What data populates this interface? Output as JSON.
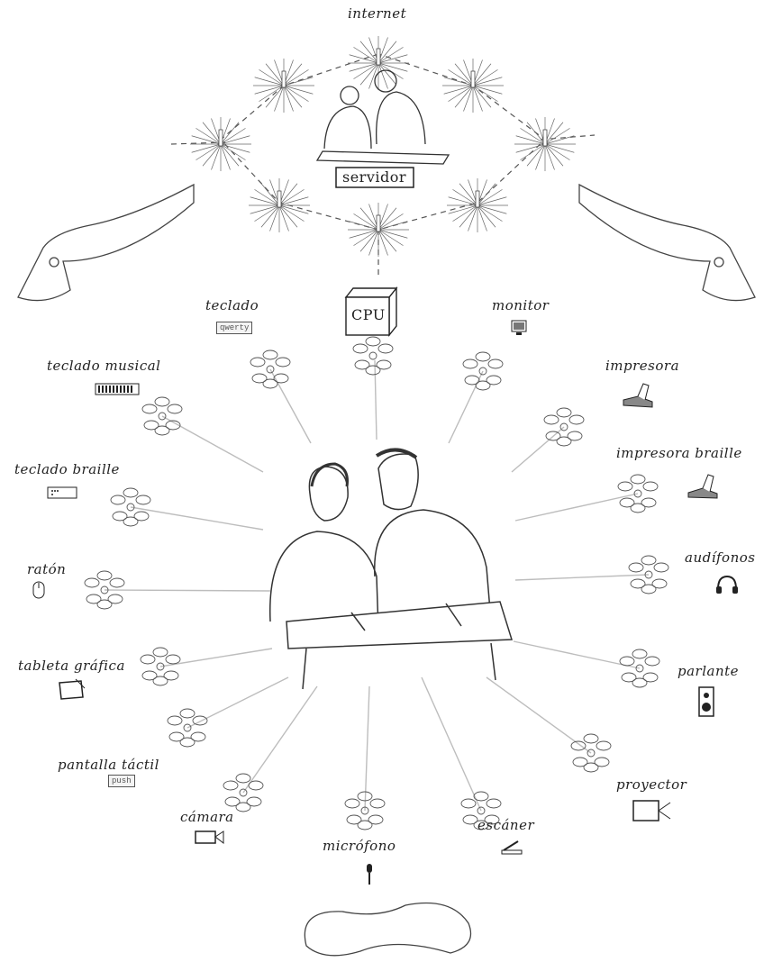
{
  "diagram": {
    "top_label": "internet",
    "server_label": "servidor",
    "cpu_label": "CPU",
    "devices": [
      {
        "id": "teclado",
        "label": "teclado",
        "chip": "qwerty",
        "icon": "keyboard-icon"
      },
      {
        "id": "monitor",
        "label": "monitor",
        "icon": "monitor-icon"
      },
      {
        "id": "teclado-musical",
        "label": "teclado  musical",
        "icon": "piano-keyboard-icon"
      },
      {
        "id": "impresora",
        "label": "impresora",
        "icon": "printer-icon"
      },
      {
        "id": "teclado-braille",
        "label": "teclado  braille",
        "icon": "braille-keyboard-icon"
      },
      {
        "id": "impresora-braille",
        "label": "impresora braille",
        "icon": "braille-printer-icon"
      },
      {
        "id": "raton",
        "label": "ratón",
        "icon": "mouse-icon"
      },
      {
        "id": "audifonos",
        "label": "audífonos",
        "icon": "headphones-icon"
      },
      {
        "id": "tableta-grafica",
        "label": "tableta  gráfica",
        "icon": "tablet-icon"
      },
      {
        "id": "parlante",
        "label": "parlante",
        "icon": "speaker-icon"
      },
      {
        "id": "pantalla-tactil",
        "label": "pantalla táctil",
        "chip": "push",
        "icon": "touchscreen-icon"
      },
      {
        "id": "proyector",
        "label": "proyector",
        "icon": "projector-icon"
      },
      {
        "id": "camara",
        "label": "cámara",
        "icon": "camera-icon"
      },
      {
        "id": "escaner",
        "label": "escáner",
        "icon": "scanner-icon"
      },
      {
        "id": "microfono",
        "label": "micrófono",
        "icon": "microphone-icon"
      }
    ]
  },
  "colors": {
    "line": "#bdbdbd",
    "ink": "#333333",
    "dash": "#555555"
  }
}
